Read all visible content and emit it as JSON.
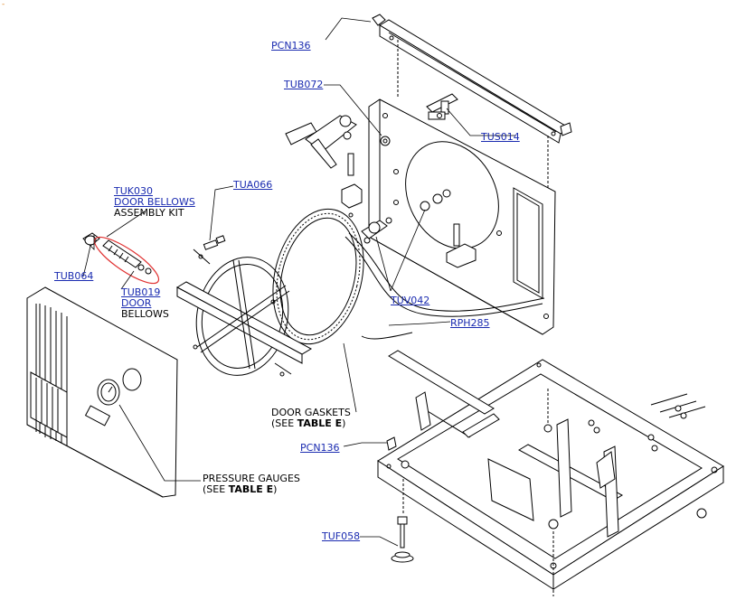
{
  "corner_mark": "-",
  "parts": {
    "pcn136_top": "PCN136",
    "tub072": "TUB072",
    "tus014": "TUS014",
    "tuk030": "TUK030",
    "tua066": "TUA066",
    "tub064": "TUB064",
    "tub019": "TUB019",
    "tuv042": "TUV042",
    "rph285": "RPH285",
    "pcn136_bottom": "PCN136",
    "tuf058": "TUF058"
  },
  "notes": {
    "door_bellows_kit_line1": "DOOR BELLOWS",
    "door_bellows_kit_line2": "ASSEMBLY KIT",
    "door_line": "DOOR",
    "bellows_line": "BELLOWS",
    "door_gaskets_line1": "DOOR GASKETS",
    "door_gaskets_line2_prefix": "(SEE ",
    "door_gaskets_line2_bold": "TABLE E",
    "door_gaskets_line2_suffix": ")",
    "pressure_gauges_line1": "PRESSURE GAUGES",
    "pressure_gauges_line2_prefix": "(SEE ",
    "pressure_gauges_line2_bold": "TABLE E",
    "pressure_gauges_line2_suffix": ")"
  },
  "colors": {
    "part_link": "#1a2bb0",
    "highlight_ellipse": "#e03030",
    "line": "#000000"
  }
}
